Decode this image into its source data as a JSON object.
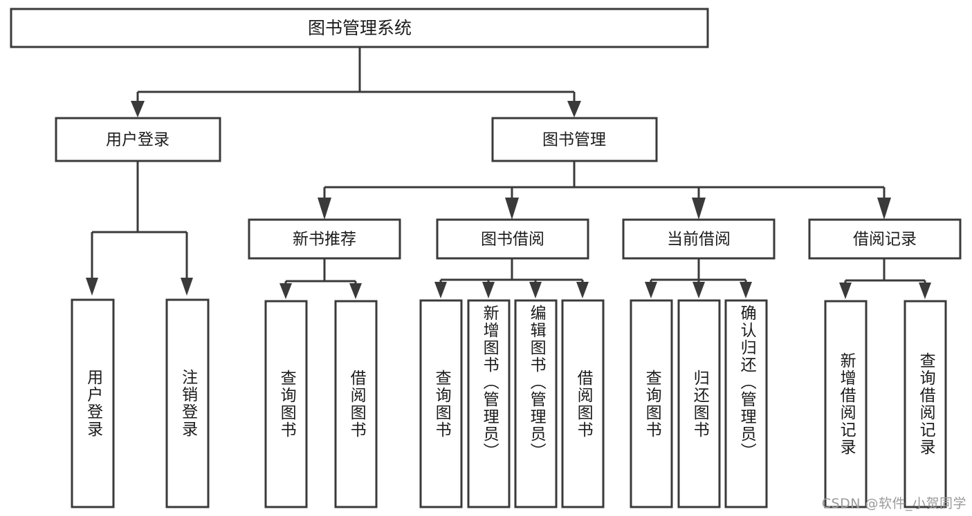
{
  "diagram": {
    "type": "tree-hierarchy",
    "title": "图书管理系统",
    "watermark": "CSDN @软件_小贺同学",
    "colors": {
      "stroke": "#3a3a3a",
      "fill": "#ffffff",
      "text": "#1b1b1b",
      "watermark": "#9a9a9a"
    },
    "root": {
      "id": "root",
      "label": "图书管理系统"
    },
    "level2": [
      {
        "id": "user-login",
        "label": "用户登录"
      },
      {
        "id": "book-manage",
        "label": "图书管理"
      }
    ],
    "level3": [
      {
        "id": "new-book-recommend",
        "label": "新书推荐",
        "parent": "book-manage"
      },
      {
        "id": "book-borrow",
        "label": "图书借阅",
        "parent": "book-manage"
      },
      {
        "id": "current-borrow",
        "label": "当前借阅",
        "parent": "book-manage"
      },
      {
        "id": "borrow-record",
        "label": "借阅记录",
        "parent": "book-manage"
      }
    ],
    "leaves": {
      "user-login": [
        {
          "id": "leaf-user-login",
          "label": "用户登录"
        },
        {
          "id": "leaf-logout",
          "label": "注销登录"
        }
      ],
      "new-book-recommend": [
        {
          "id": "leaf-query-book-1",
          "label": "查询图书"
        },
        {
          "id": "leaf-borrow-book-1",
          "label": "借阅图书"
        }
      ],
      "book-borrow": [
        {
          "id": "leaf-query-book-2",
          "label": "查询图书"
        },
        {
          "id": "leaf-add-book",
          "label": "新增图书（管理员）"
        },
        {
          "id": "leaf-edit-book",
          "label": "编辑图书（管理员）"
        },
        {
          "id": "leaf-borrow-book-2",
          "label": "借阅图书"
        }
      ],
      "current-borrow": [
        {
          "id": "leaf-query-book-3",
          "label": "查询图书"
        },
        {
          "id": "leaf-return-book",
          "label": "归还图书"
        },
        {
          "id": "leaf-confirm-return",
          "label": "确认归还（管理员）"
        }
      ],
      "borrow-record": [
        {
          "id": "leaf-add-record",
          "label": "新增借阅记录"
        },
        {
          "id": "leaf-query-record",
          "label": "查询借阅记录"
        }
      ]
    }
  }
}
